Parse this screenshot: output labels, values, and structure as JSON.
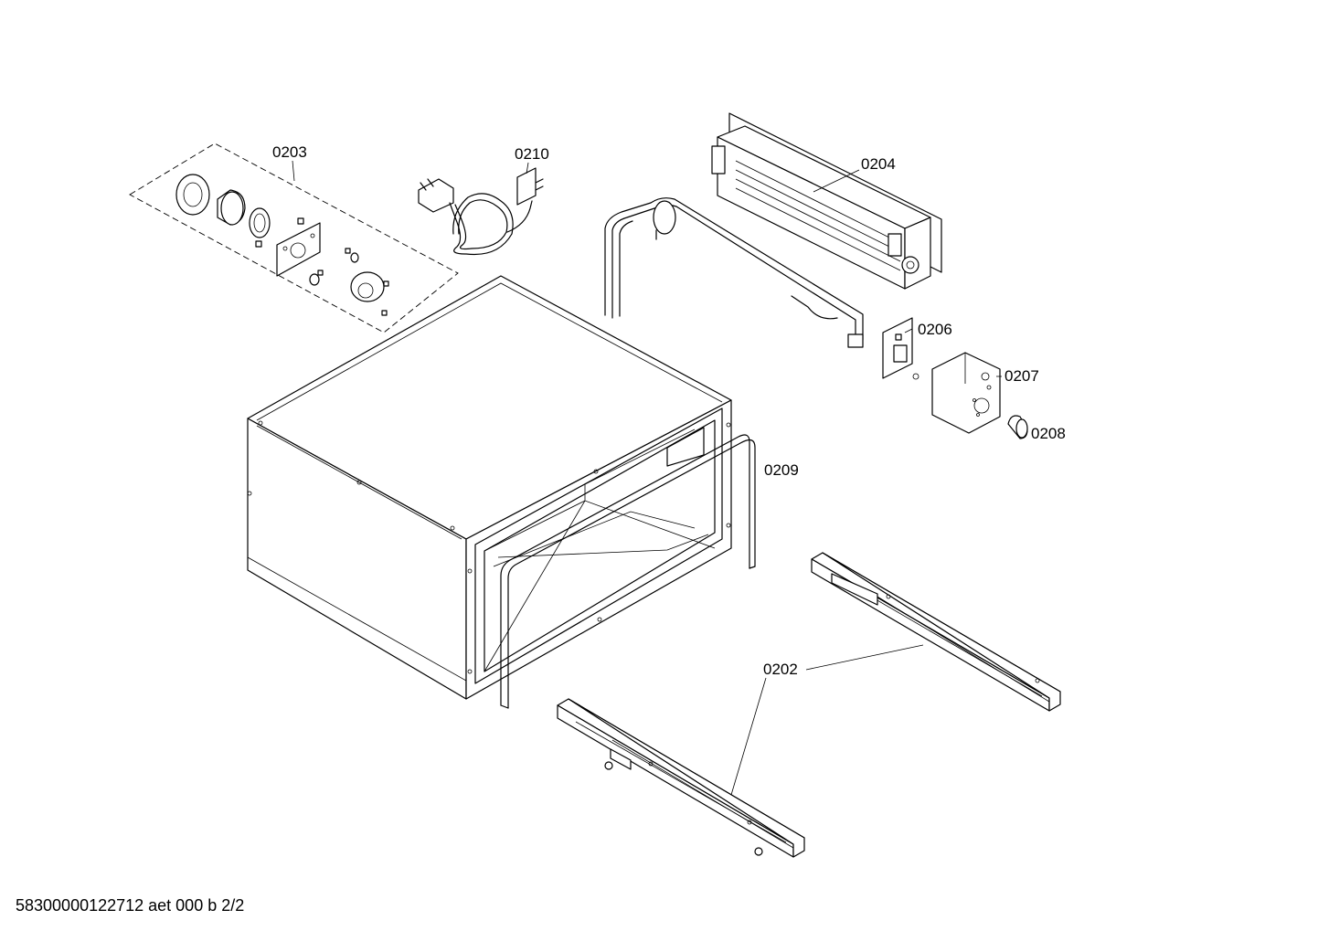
{
  "drawing": {
    "footer_code": "58300000122712 aet 000 b 2/2"
  },
  "parts": [
    {
      "id": "cabinet",
      "label": ""
    },
    {
      "id": "p0202",
      "label": "0202"
    },
    {
      "id": "p0203",
      "label": "0203"
    },
    {
      "id": "p0204",
      "label": "0204"
    },
    {
      "id": "p0206",
      "label": "0206"
    },
    {
      "id": "p0207",
      "label": "0207"
    },
    {
      "id": "p0208",
      "label": "0208"
    },
    {
      "id": "p0209",
      "label": "0209"
    },
    {
      "id": "p0210",
      "label": "0210"
    }
  ],
  "colors": {
    "line": "#000000",
    "background": "#ffffff"
  }
}
